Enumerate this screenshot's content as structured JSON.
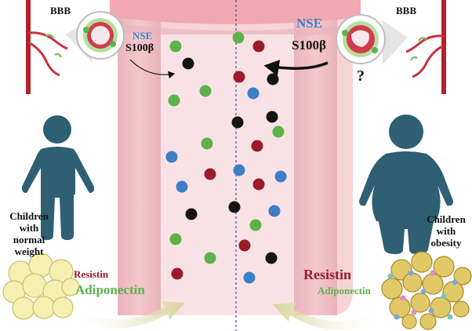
{
  "labels": {
    "bbb_left": "BBB",
    "bbb_right": "BBB",
    "nse_left": "NSE",
    "s100b_left": "S100β",
    "nse_right": "NSE",
    "s100b_right": "S100β",
    "question": "?",
    "children_normal": [
      "Children",
      "with",
      "normal",
      "weight"
    ],
    "children_obesity": [
      "Children",
      "with",
      "obesity"
    ],
    "resistin_left": "Resistin",
    "adiponectin_left": "Adiponectin",
    "resistin_right": "Resistin",
    "adiponectin_right": "Adiponectin"
  },
  "colors": {
    "nse": "#3d7fc4",
    "s100b": "#141414",
    "resistin": "#9b1b2b",
    "adiponectin": "#5cb24a",
    "vessel": "#f2c3c8",
    "vessel_lumen": "#f8dde0",
    "person": "#2e5f73",
    "fat_cell": "#f6efb2",
    "divider": "#3a4fa8"
  },
  "molecule_legend": {
    "green": "adiponectin",
    "red": "resistin",
    "blue": "NSE",
    "black": "S100β"
  }
}
